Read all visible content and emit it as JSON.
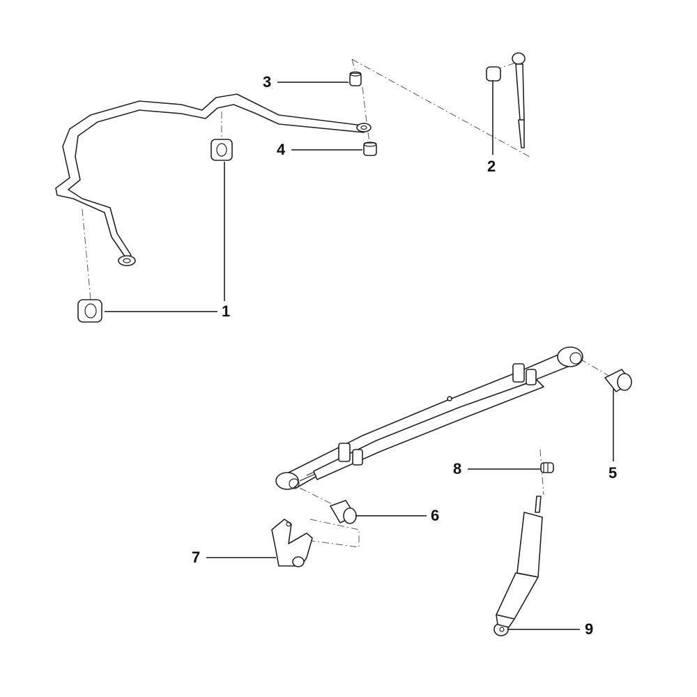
{
  "diagram": {
    "callouts": [
      {
        "number": "1",
        "part": "stabilizer-bar-bushing"
      },
      {
        "number": "2",
        "part": "stabilizer-link"
      },
      {
        "number": "3",
        "part": "link-bushing-upper"
      },
      {
        "number": "4",
        "part": "link-bushing-lower"
      },
      {
        "number": "5",
        "part": "leaf-spring-rear-bushing"
      },
      {
        "number": "6",
        "part": "leaf-spring-front-bushing"
      },
      {
        "number": "7",
        "part": "spring-shackle"
      },
      {
        "number": "8",
        "part": "shock-absorber-bushing"
      },
      {
        "number": "9",
        "part": "shock-absorber"
      }
    ]
  }
}
